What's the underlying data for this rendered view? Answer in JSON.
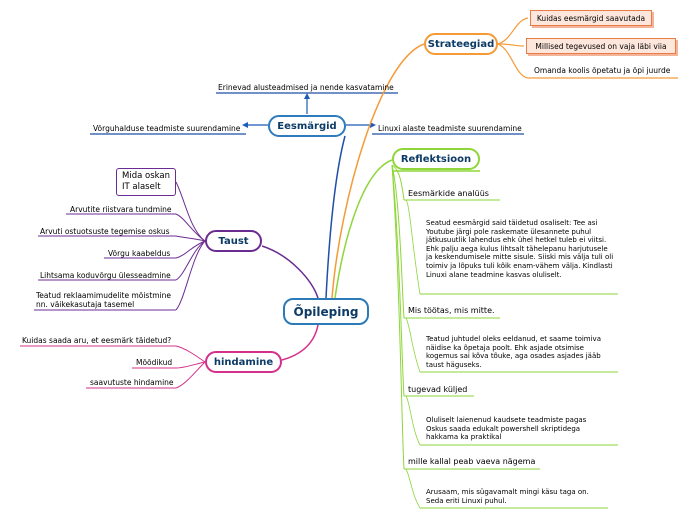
{
  "central": "Õpileping",
  "eesmargid": {
    "label": "Eesmärgid",
    "children": [
      "Erinevad alusteadmised ja nende kasvatamine",
      "Võrguhalduse teadmiste suurendamine",
      "Linuxi alaste teadmiste suurendamine"
    ]
  },
  "strateegiad": {
    "label": "Strateegiad",
    "children": [
      "Kuidas eesmärgid saavutada",
      "Millised tegevused on vaja läbi viia",
      "Omanda koolis õpetatu ja õpi juurde"
    ]
  },
  "taust": {
    "label": "Taust",
    "children": [
      "Mida oskan IT alaselt",
      "Arvutite riistvara tundmine",
      "Arvuti ostuotsuste tegemise oskus",
      "Võrgu kaabeldus",
      "Lihtsama koduvõrgu ülesseadmine",
      "Teatud reklaamimudelite mõistmine nn. väikekasutaja tasemel"
    ]
  },
  "hindamine": {
    "label": "hindamine",
    "children": [
      "Kuidas saada aru, et eesmärk täidetud?",
      "Mõõdikud",
      "saavutuste hindamine"
    ]
  },
  "reflektsioon": {
    "label": "Reflektsioon",
    "sections": [
      {
        "title": "Eesmärkide analüüs",
        "text": "Seatud eesmärgid said täidetud osaliselt: Tee asi Youtube järgi pole raskemate ülesannete puhul jätkusuutlik lahendus ehk ühel hetkel tuleb ei viitsi. Ehk palju aega kulus lihtsalt tähelepanu harjutusele ja keskendumisele mitte sisule. Siiski mis välja tuli oli toimiv ja lõpuks tuli kõik enam-vähem välja. Kindlasti Linuxi alane teadmine kasvas oluliselt."
      },
      {
        "title": "Mis töötas, mis mitte.",
        "text": "Teatud juhtudel oleks eeldanud, et saame toimiva näidise ka õpetaja poolt. Ehk asjade otsimise kogemus sai kõva tõuke, aga osades asjades jääb taust häguseks."
      },
      {
        "title": "tugevad küljed",
        "text": "Oluliselt laienenud kaudsete teadmiste pagas Oskus saada edukalt powershell skriptidega hakkama ka praktikal"
      },
      {
        "title": "mille kallal peab vaeva nägema",
        "text": "Arusaam, mis sügavamalt mingi käsu taga on. Seda eriti Linuxi puhul."
      }
    ]
  },
  "colors": {
    "blue": "#2e7bbd",
    "darkblue": "#1f4fa8",
    "orange": "#f49b37",
    "green": "#8ed63a",
    "purple": "#6a2c91",
    "magenta": "#d4308a"
  }
}
